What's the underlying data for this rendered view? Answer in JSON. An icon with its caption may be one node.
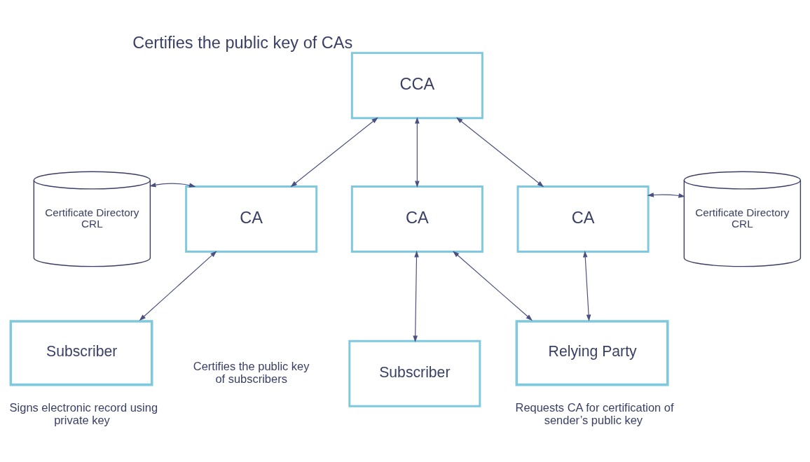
{
  "diagram": {
    "nodes": [
      {
        "text": [
          "CCA"
        ],
        "beside": [
          "Certifies the public key of CAs"
        ]
      },
      {
        "text": [
          "Certificate Directory",
          "CRL"
        ]
      },
      {
        "text": [
          "CA"
        ]
      },
      {
        "text": [
          "CA"
        ]
      },
      {
        "text": [
          "CA"
        ]
      },
      {
        "text": [
          "Certificate Directory",
          "CRL"
        ]
      },
      {
        "text": [
          "Subscriber"
        ],
        "beside": [
          "Signs electronic record using private key"
        ]
      },
      {
        "text": [
          "Subscriber"
        ]
      },
      {
        "text": [
          "Relying Party"
        ],
        "beside": [
          "Requests CA for certification of sender’s public key"
        ]
      }
    ],
    "edges": [
      {
        "from": 0,
        "to": 2,
        "arrow": "both"
      },
      {
        "from": 0,
        "to": 3,
        "arrow": "both"
      },
      {
        "from": 0,
        "to": 4,
        "arrow": "both"
      },
      {
        "from": 1,
        "to": 2,
        "arrow": "both"
      },
      {
        "from": 4,
        "to": 5,
        "arrow": "both"
      },
      {
        "from": 2,
        "to": 6,
        "arrow": "both"
      },
      {
        "from": 3,
        "to": 7,
        "arrow": "both"
      },
      {
        "from": 3,
        "to": 8,
        "arrow": "both"
      },
      {
        "from": 4,
        "to": 8,
        "arrow": "both"
      }
    ],
    "labels": [
      "Certifies the public key of subscribers"
    ]
  }
}
